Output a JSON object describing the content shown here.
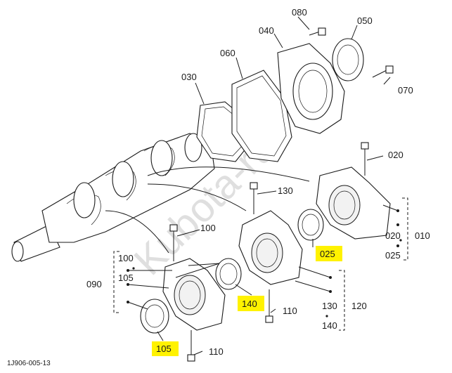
{
  "diagram_code": "1J906-005-13",
  "watermark": "Kubota-rus",
  "callouts": {
    "c080": "080",
    "c050": "050",
    "c040": "040",
    "c060": "060",
    "c070": "070",
    "c030": "030",
    "c020a": "020",
    "c130": "130",
    "c100a": "100",
    "c010": "010",
    "c020b": "020",
    "c025a": "025",
    "c025b": "025",
    "c100b": "100",
    "c105a": "105",
    "c090": "090",
    "c140a": "140",
    "c110a": "110",
    "c130b": "130",
    "c120": "120",
    "c140b": "140",
    "c105b": "105",
    "c110b": "110"
  },
  "highlight_color": "#fff200"
}
